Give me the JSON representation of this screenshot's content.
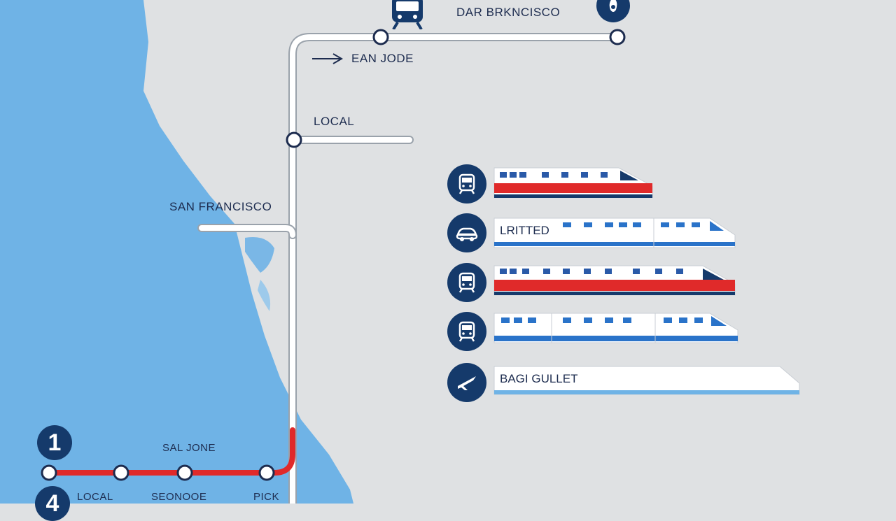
{
  "colors": {
    "water": "#6fb3e6",
    "land": "#dfe1e3",
    "route_line": "#ffffff",
    "route_outline": "#9aa2ab",
    "accent_red": "#e02a2a",
    "navy": "#153a6b",
    "train_blue": "#2a73c9"
  },
  "labels": {
    "dar_brkncisco": "DAR BRKNCISCO",
    "ean_jode": "EAN JODE",
    "local_top": "LOCAL",
    "san_francisco": "SAN FRANCISCO",
    "sal_jone": "SAL JONE"
  },
  "top_icons": {
    "train_icon": "train-front-icon",
    "badge_icon": "location-badge-icon"
  },
  "trains": [
    {
      "icon": "train-front-icon",
      "style": "red",
      "label": ""
    },
    {
      "icon": "car-icon",
      "style": "blue",
      "label": "LRITTED"
    },
    {
      "icon": "train-front-icon",
      "style": "red",
      "label": ""
    },
    {
      "icon": "train-front-icon",
      "style": "blue",
      "label": ""
    },
    {
      "icon": "plane-icon",
      "style": "blank",
      "label": "BAGI GULLET"
    }
  ],
  "bottom_legend": {
    "badge_1": "1",
    "badge_4": "4",
    "items": [
      "LOCAL",
      "SEONOOE",
      "PICK"
    ]
  }
}
